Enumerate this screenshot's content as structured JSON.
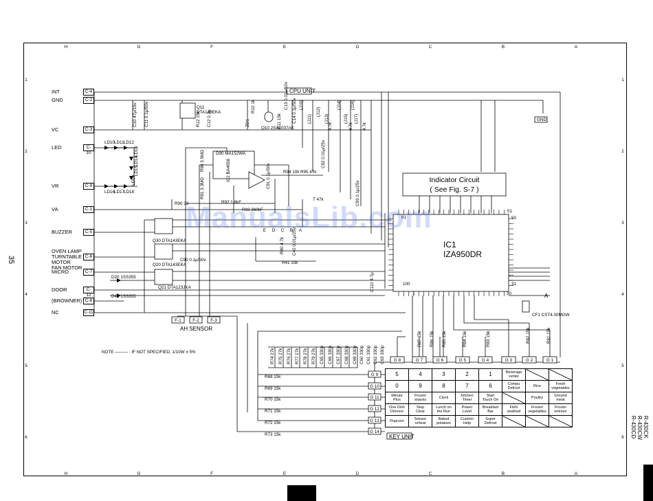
{
  "page_number": "35",
  "watermark": "ManualsLib.com",
  "side_models": [
    "R-430CK",
    "R-430CW",
    "R-430CD"
  ],
  "grid": {
    "top": [
      "H",
      "G",
      "F",
      "E",
      "D",
      "C",
      "B",
      "A"
    ],
    "left": [
      "1",
      "2",
      "3",
      "4",
      "5",
      "6"
    ]
  },
  "connectors": [
    {
      "pin": "C-4",
      "label": "INT"
    },
    {
      "pin": "C-2",
      "label": "GND"
    },
    {
      "pin": "C-3",
      "label": "VC"
    },
    {
      "pin": "C-10",
      "label": "LED"
    },
    {
      "pin": "C-9",
      "label": "VR"
    },
    {
      "pin": "C-1",
      "label": "VA"
    },
    {
      "pin": "C-5",
      "label": "BUZZER"
    },
    {
      "pin": "C-6",
      "label": "OVEN LAMP\nTURNTABLE\nMOTOR\nFAN MOTOR"
    },
    {
      "pin": "C-7",
      "label": "MICRO"
    },
    {
      "pin": "C-12",
      "label": "DOOR"
    },
    {
      "pin": "C-8",
      "label": "(BROWNER)"
    },
    {
      "pin": "C-11",
      "label": "NC"
    }
  ],
  "f_pins": [
    "F-1",
    "F-2",
    "F-3"
  ],
  "ah_sensor": "AH SENSOR",
  "cpu_unit": "CPU UNIT",
  "gnd_label": "GND",
  "indicator": {
    "line1": "Indicator  Circuit",
    "line2": "( See Fig. S-7 )"
  },
  "ic1": {
    "name": "IC1",
    "part": "IZA950DR",
    "pin_51": "51",
    "pin_50": "50",
    "pin_1": "1",
    "pin_100": "100",
    "pin_81": "81",
    "pin_31": "31",
    "pin_30": "30"
  },
  "components": [
    "C10 47μ/16v",
    "C11 0.1μ/50v",
    "Q11",
    "DTA143EKA",
    "R12 15k",
    "C12 0.1μ",
    "Q10 2SA1037AK",
    "R10 1k",
    "R11 15k",
    "ZD1",
    "C13 0.01μ/50v",
    "C14 0.1μ/50v",
    "D90 MA152WA",
    "R94 10k",
    "R95 47k",
    "C92 0.01μ/25v",
    "IC2 BA4558",
    "C91 0.1μ/50v",
    "R91 3.3MΩ",
    "R92 1.8kF",
    "R93 360kF",
    "R90 33",
    "R96 3.5MΩ",
    "T 47k",
    "C93 0.1μ/25v",
    "Q30 DTA143EKA",
    "Q20 DTA143EKA",
    "C90 0.1μ/50v",
    "Q21 DTA123JKA",
    "D20 1SS355",
    "D41 1SS355",
    "R40 4.7k",
    "R41 15k",
    "C40 0.01μ/25v",
    "C110 4.7μ",
    "CF1 CST4.00MGW",
    "R87 15k",
    "R86 15k",
    "R85 15k",
    "R84 15k",
    "R83 15k",
    "R82 15k",
    "R81 15k",
    "R68 15k",
    "R69 15k",
    "R70 15k",
    "R71 15k",
    "R72 15k",
    "R73 15k",
    "R74 27k",
    "R75 27k",
    "R76 27k",
    "R77 27k",
    "R78 27k",
    "R79 27k",
    "C65 330p",
    "C66 330p",
    "C67 330p",
    "C68 330p",
    "C69 330p",
    "C60 330p",
    "C61 330p",
    "C62 330p",
    "C63 330p",
    "LD10",
    "LD11",
    "LD12",
    "LD13",
    "LD14",
    "LD15",
    "LD16",
    "LD17",
    "LD18",
    "LD19",
    "(J10)",
    "(J11)",
    "(J12)",
    "(J13)",
    "(J14)",
    "(J15)",
    "(J16)",
    "(J17)",
    "4.7k",
    "4.7k",
    "4.7k"
  ],
  "note": "NOTE  ——— : IF NOT SPECIFIED,  1/10W ± 5%",
  "g_cols": [
    "G 8",
    "G 7",
    "G 6",
    "G 5",
    "G 4",
    "G 3",
    "G 2",
    "G 1"
  ],
  "g_rows": [
    "G 9",
    "G 10",
    "G 11",
    "G 12",
    "G 13",
    "G 14"
  ],
  "keys": [
    [
      "5",
      "4",
      "3",
      "2",
      "1",
      "Beverage\ncenter",
      "",
      ""
    ],
    [
      "0",
      "9",
      "8",
      "7",
      "6",
      "Compu\nDefrost",
      "Rice",
      "Fresh\nvegetables"
    ],
    [
      "Minute\nPlus",
      "Frozen\nsnacks",
      "Clock",
      "Kitchen\nTimer",
      "Start\nTouch On",
      "",
      "Poultry",
      "Ground\nmeat"
    ],
    [
      "One Dish\nDinners",
      "Stop\nClear",
      "Lunch on\nthe Run",
      "Power\nLevel",
      "Breakfast\nBar",
      "Fish/\nseafood",
      "Frozen\nvegetables",
      "Frozen\nentrees"
    ],
    [
      "Popcorn",
      "Sensor\nreheat",
      "Baked\npotatoes",
      "Custom\nHelp",
      "Super\nDefrost",
      "",
      "",
      ""
    ]
  ],
  "key_unit": "KEY UNIT",
  "ed_labels": [
    "E",
    "D",
    "C",
    "B",
    "A"
  ],
  "a_label": "A"
}
